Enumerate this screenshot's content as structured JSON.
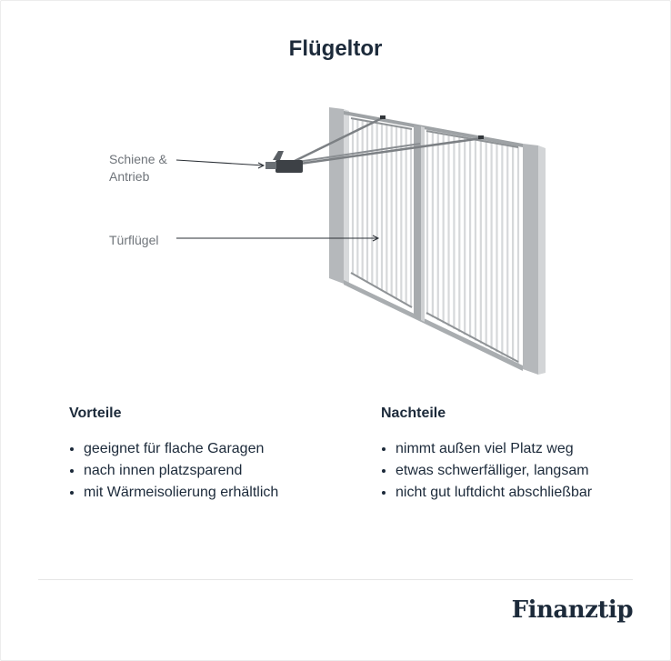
{
  "title": "Flügeltor",
  "callouts": {
    "rail_line1": "Schiene &",
    "rail_line2": "Antrieb",
    "leaf": "Türflügel"
  },
  "advantages": {
    "heading": "Vorteile",
    "items": [
      "geeignet für flache Garagen",
      "nach innen platzsparend",
      "mit Wärmeisolierung erhältlich"
    ]
  },
  "disadvantages": {
    "heading": "Nachteile",
    "items": [
      "nimmt außen viel Platz weg",
      "etwas schwerfälliger, langsam",
      "nicht gut luftdicht abschließbar"
    ]
  },
  "brand": "Finanztip",
  "colors": {
    "text": "#1c2a3a",
    "label": "#6f747a",
    "frame": "#b9bcbf",
    "slat": "#d4d6d8"
  }
}
